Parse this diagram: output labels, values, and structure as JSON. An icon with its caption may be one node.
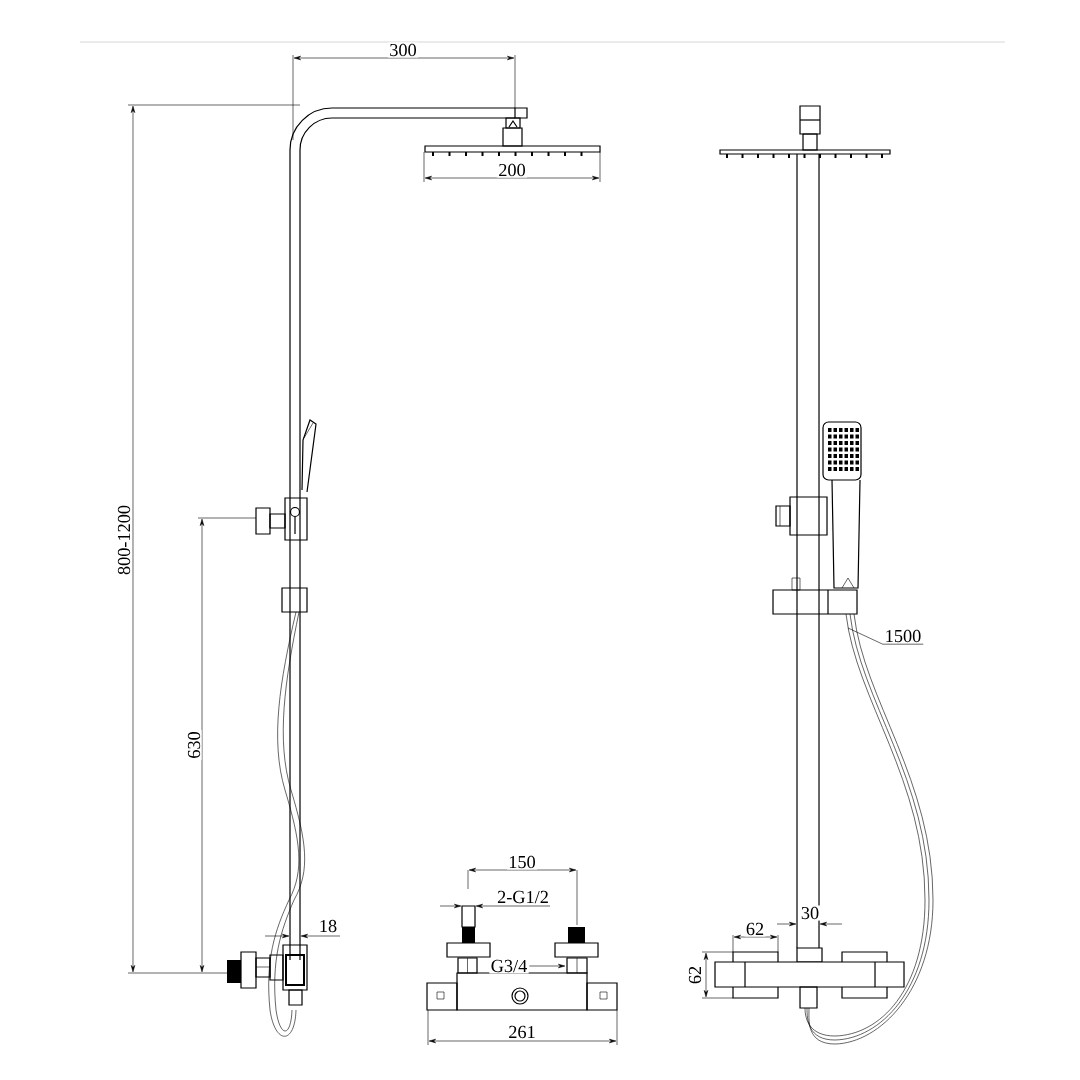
{
  "diagram": {
    "nodes": [
      {
        "text": [
          "G3/4"
        ]
      },
      {
        "text": [
          "1500"
        ]
      }
    ],
    "edges": [
      {
        "from": 0,
        "to": null,
        "arrow": "to"
      },
      {
        "from": 1,
        "to": null,
        "arrow": "none"
      }
    ],
    "labels": [
      "300",
      "200",
      "800-1200",
      "630",
      "150",
      "2-G1/2",
      "30",
      "18",
      "62",
      "62",
      "261"
    ]
  }
}
